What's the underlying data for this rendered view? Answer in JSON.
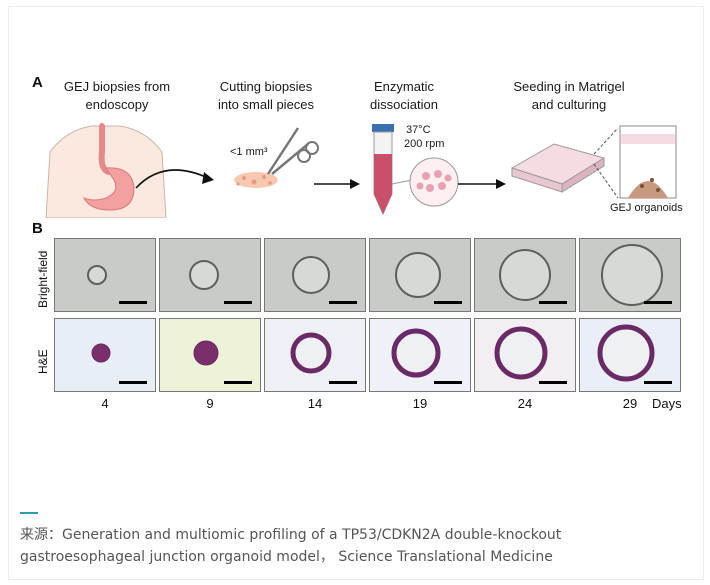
{
  "figure": {
    "panel_a": {
      "letter": "A",
      "steps": [
        "GEJ biopsies from\nendoscopy",
        "Cutting biopsies\ninto small pieces",
        "Enzymatic\ndissociation",
        "Seeding in Matrigel\nand culturing"
      ],
      "piece_size": "<1 mm³",
      "temperature": "37°C",
      "speed": "200 rpm",
      "result_label": "GEJ organoids"
    },
    "panel_b": {
      "letter": "B",
      "row_labels": [
        "Bright-field",
        "H&E"
      ],
      "days": [
        "4",
        "9",
        "14",
        "19",
        "24",
        "29"
      ],
      "days_unit": "Days"
    }
  },
  "caption": {
    "text": "来源：Generation and multiomic profiling of a TP53/CDKN2A double-knockout gastroesophageal junction organoid model， Science Translational Medicine"
  }
}
